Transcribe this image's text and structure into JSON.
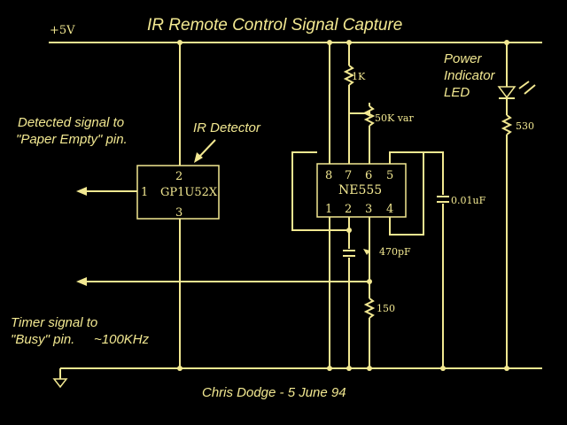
{
  "title": "IR Remote Control Signal Capture",
  "supply_label": "+5V",
  "credit": "Chris Dodge - 5 June 94",
  "colors": {
    "ink": "#f2e891",
    "background": "#000000"
  },
  "annotations": {
    "detected_line1": "Detected signal to",
    "detected_line2": "\"Paper Empty\" pin.",
    "ir_detector": "IR Detector",
    "timer_line1": "Timer signal to",
    "timer_line2": "\"Busy\" pin.",
    "freq": "~100KHz",
    "power_line1": "Power",
    "power_line2": "Indicator",
    "power_line3": "LED"
  },
  "detector": {
    "part": "GP1U52X",
    "pin_left": "1",
    "pin_top": "2",
    "pin_bottom": "3"
  },
  "timer_ic": {
    "part": "NE555",
    "top_pins": [
      "8",
      "7",
      "6",
      "5"
    ],
    "bottom_pins": [
      "1",
      "2",
      "3",
      "4"
    ]
  },
  "components": {
    "r1": "1K",
    "pot": "50K var",
    "cap_timing": "470pF",
    "r_bottom": "150",
    "cap_ctrl": "0.01uF",
    "r_led": "530"
  },
  "icons": [
    "ground-icon",
    "led-icon",
    "resistor-icon",
    "capacitor-icon",
    "arrow-icon"
  ]
}
